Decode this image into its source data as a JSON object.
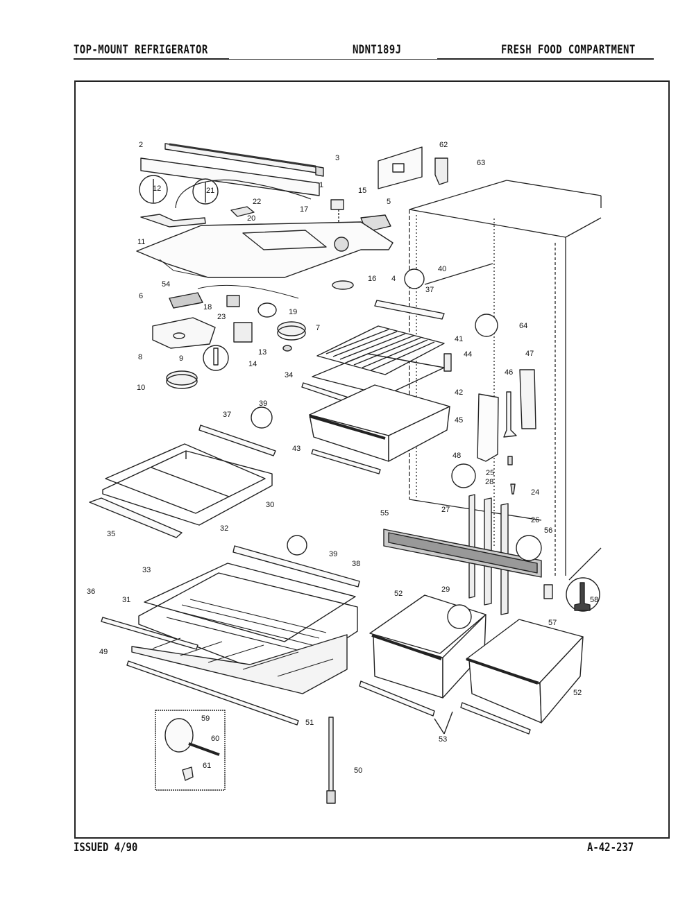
{
  "header": {
    "left_title": "TOP-MOUNT REFRIGERATOR",
    "model": "NDNT189J",
    "section": "FRESH FOOD COMPARTMENT"
  },
  "footer": {
    "issued": "ISSUED 4/90",
    "page_code": "A-42-237"
  },
  "diagram": {
    "title": "Fresh food compartment exploded parts view",
    "callouts": [
      {
        "id": "c2",
        "label": "2"
      },
      {
        "id": "c3",
        "label": "3"
      },
      {
        "id": "c1",
        "label": "1"
      },
      {
        "id": "c15",
        "label": "15"
      },
      {
        "id": "c12",
        "label": "12"
      },
      {
        "id": "c21",
        "label": "21"
      },
      {
        "id": "c22",
        "label": "22"
      },
      {
        "id": "c20",
        "label": "20"
      },
      {
        "id": "c17",
        "label": "17"
      },
      {
        "id": "c11",
        "label": "11"
      },
      {
        "id": "c5",
        "label": "5"
      },
      {
        "id": "c62",
        "label": "62"
      },
      {
        "id": "c63",
        "label": "63"
      },
      {
        "id": "c4",
        "label": "4"
      },
      {
        "id": "c54",
        "label": "54"
      },
      {
        "id": "c16",
        "label": "16"
      },
      {
        "id": "c40",
        "label": "40"
      },
      {
        "id": "c37a",
        "label": "37"
      },
      {
        "id": "c6",
        "label": "6"
      },
      {
        "id": "c18",
        "label": "18"
      },
      {
        "id": "c19",
        "label": "19"
      },
      {
        "id": "c23",
        "label": "23"
      },
      {
        "id": "c7",
        "label": "7"
      },
      {
        "id": "c8",
        "label": "8"
      },
      {
        "id": "c9",
        "label": "9"
      },
      {
        "id": "c13",
        "label": "13"
      },
      {
        "id": "c14",
        "label": "14"
      },
      {
        "id": "c10",
        "label": "10"
      },
      {
        "id": "c64",
        "label": "64"
      },
      {
        "id": "c41",
        "label": "41"
      },
      {
        "id": "c44",
        "label": "44"
      },
      {
        "id": "c34",
        "label": "34"
      },
      {
        "id": "c47",
        "label": "47"
      },
      {
        "id": "c46",
        "label": "46"
      },
      {
        "id": "c42",
        "label": "42"
      },
      {
        "id": "c45",
        "label": "45"
      },
      {
        "id": "c39a",
        "label": "39"
      },
      {
        "id": "c37b",
        "label": "37"
      },
      {
        "id": "c43",
        "label": "43"
      },
      {
        "id": "c48",
        "label": "48"
      },
      {
        "id": "c25",
        "label": "25"
      },
      {
        "id": "c28",
        "label": "28"
      },
      {
        "id": "c24",
        "label": "24"
      },
      {
        "id": "c30",
        "label": "30"
      },
      {
        "id": "c32",
        "label": "32"
      },
      {
        "id": "c27",
        "label": "27"
      },
      {
        "id": "c26",
        "label": "26"
      },
      {
        "id": "c55",
        "label": "55"
      },
      {
        "id": "c56",
        "label": "56"
      },
      {
        "id": "c35",
        "label": "35"
      },
      {
        "id": "c39b",
        "label": "39"
      },
      {
        "id": "c38",
        "label": "38"
      },
      {
        "id": "c33",
        "label": "33"
      },
      {
        "id": "c36",
        "label": "36"
      },
      {
        "id": "c52a",
        "label": "52"
      },
      {
        "id": "c29",
        "label": "29"
      },
      {
        "id": "c58",
        "label": "58"
      },
      {
        "id": "c57",
        "label": "57"
      },
      {
        "id": "c31",
        "label": "31"
      },
      {
        "id": "c49",
        "label": "49"
      },
      {
        "id": "c52b",
        "label": "52"
      },
      {
        "id": "c59",
        "label": "59"
      },
      {
        "id": "c60",
        "label": "60"
      },
      {
        "id": "c51",
        "label": "51"
      },
      {
        "id": "c53",
        "label": "53"
      },
      {
        "id": "c61",
        "label": "61"
      },
      {
        "id": "c50",
        "label": "50"
      }
    ]
  }
}
